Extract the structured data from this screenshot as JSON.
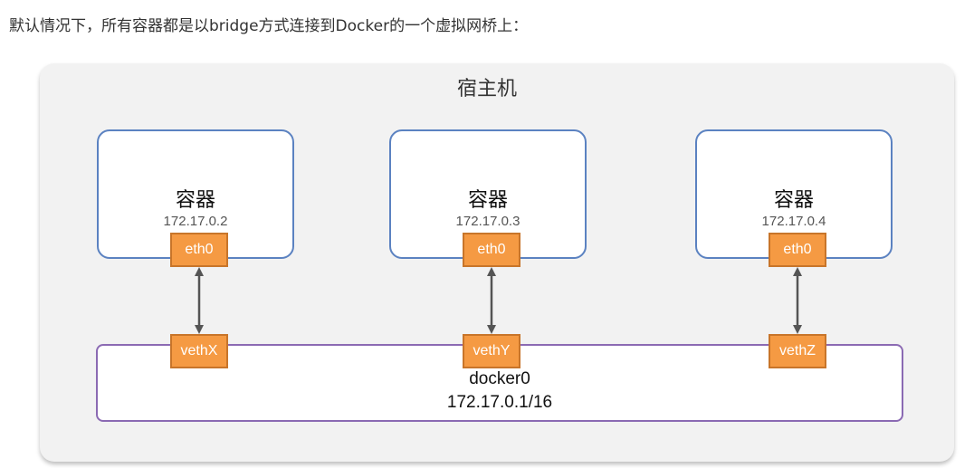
{
  "intro_text": "默认情况下，所有容器都是以bridge方式连接到Docker的一个虚拟网桥上：",
  "host": {
    "title": "宿主机"
  },
  "containers": [
    {
      "label": "容器",
      "ip": "172.17.0.2",
      "iface": "eth0"
    },
    {
      "label": "容器",
      "ip": "172.17.0.3",
      "iface": "eth0"
    },
    {
      "label": "容器",
      "ip": "172.17.0.4",
      "iface": "eth0"
    }
  ],
  "bridge": {
    "name": "docker0",
    "ip": "172.17.0.1/16",
    "veths": [
      "vethX",
      "vethY",
      "vethZ"
    ]
  },
  "colors": {
    "port_fill": "#f59a43",
    "container_border": "#5b82c1",
    "bridge_border": "#8b6ab3",
    "host_bg": "#f2f2f2"
  }
}
